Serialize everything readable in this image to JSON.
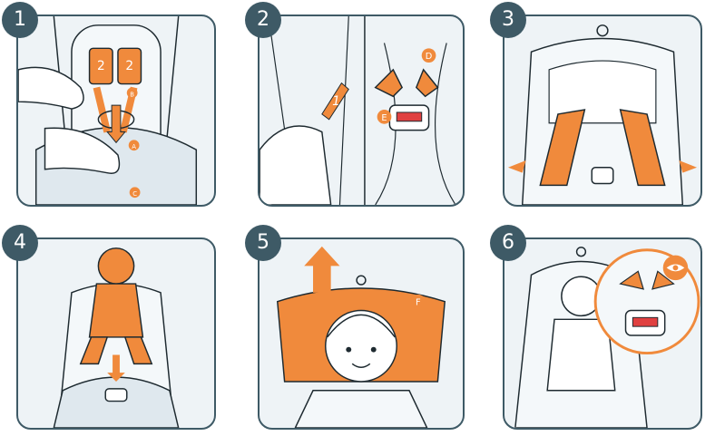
{
  "steps": [
    {
      "number": "1",
      "labels": [
        "2",
        "2",
        "A",
        "B",
        "C"
      ]
    },
    {
      "number": "2",
      "labels": [
        "1",
        "D",
        "E"
      ]
    },
    {
      "number": "3",
      "labels": []
    },
    {
      "number": "4",
      "labels": []
    },
    {
      "number": "5",
      "labels": [
        "F"
      ]
    },
    {
      "number": "6",
      "labels": []
    }
  ],
  "colors": {
    "frame": "#3e5a66",
    "accent": "#f08a3c",
    "line": "#1e2a30",
    "fill": "#eef3f6"
  },
  "icons": {
    "step5_arrow": "up-arrow-icon",
    "step6_check": "eye-icon",
    "step3_arrows": "outward-arrows-icon",
    "step4_arrow": "down-arrow-icon"
  }
}
